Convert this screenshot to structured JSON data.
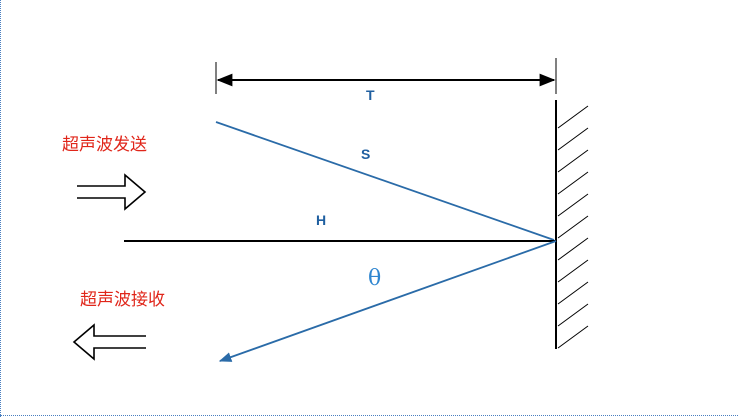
{
  "labels": {
    "t": "T",
    "s": "S",
    "h": "H",
    "theta": "θ",
    "send": "超声波发送",
    "receive": "超声波接收"
  },
  "colors": {
    "incident_ray": "#2a6ba8",
    "horizontal_line": "#000000",
    "wall": "#000000",
    "label_letters": "#1f5fa0",
    "theta": "#2f86d0",
    "chinese_text": "#e0261a"
  },
  "icons": {
    "send_arrow": "hollow-right-arrow-icon",
    "receive_arrow": "hollow-left-arrow-icon",
    "wall_hatch": "hatched-wall-icon"
  }
}
